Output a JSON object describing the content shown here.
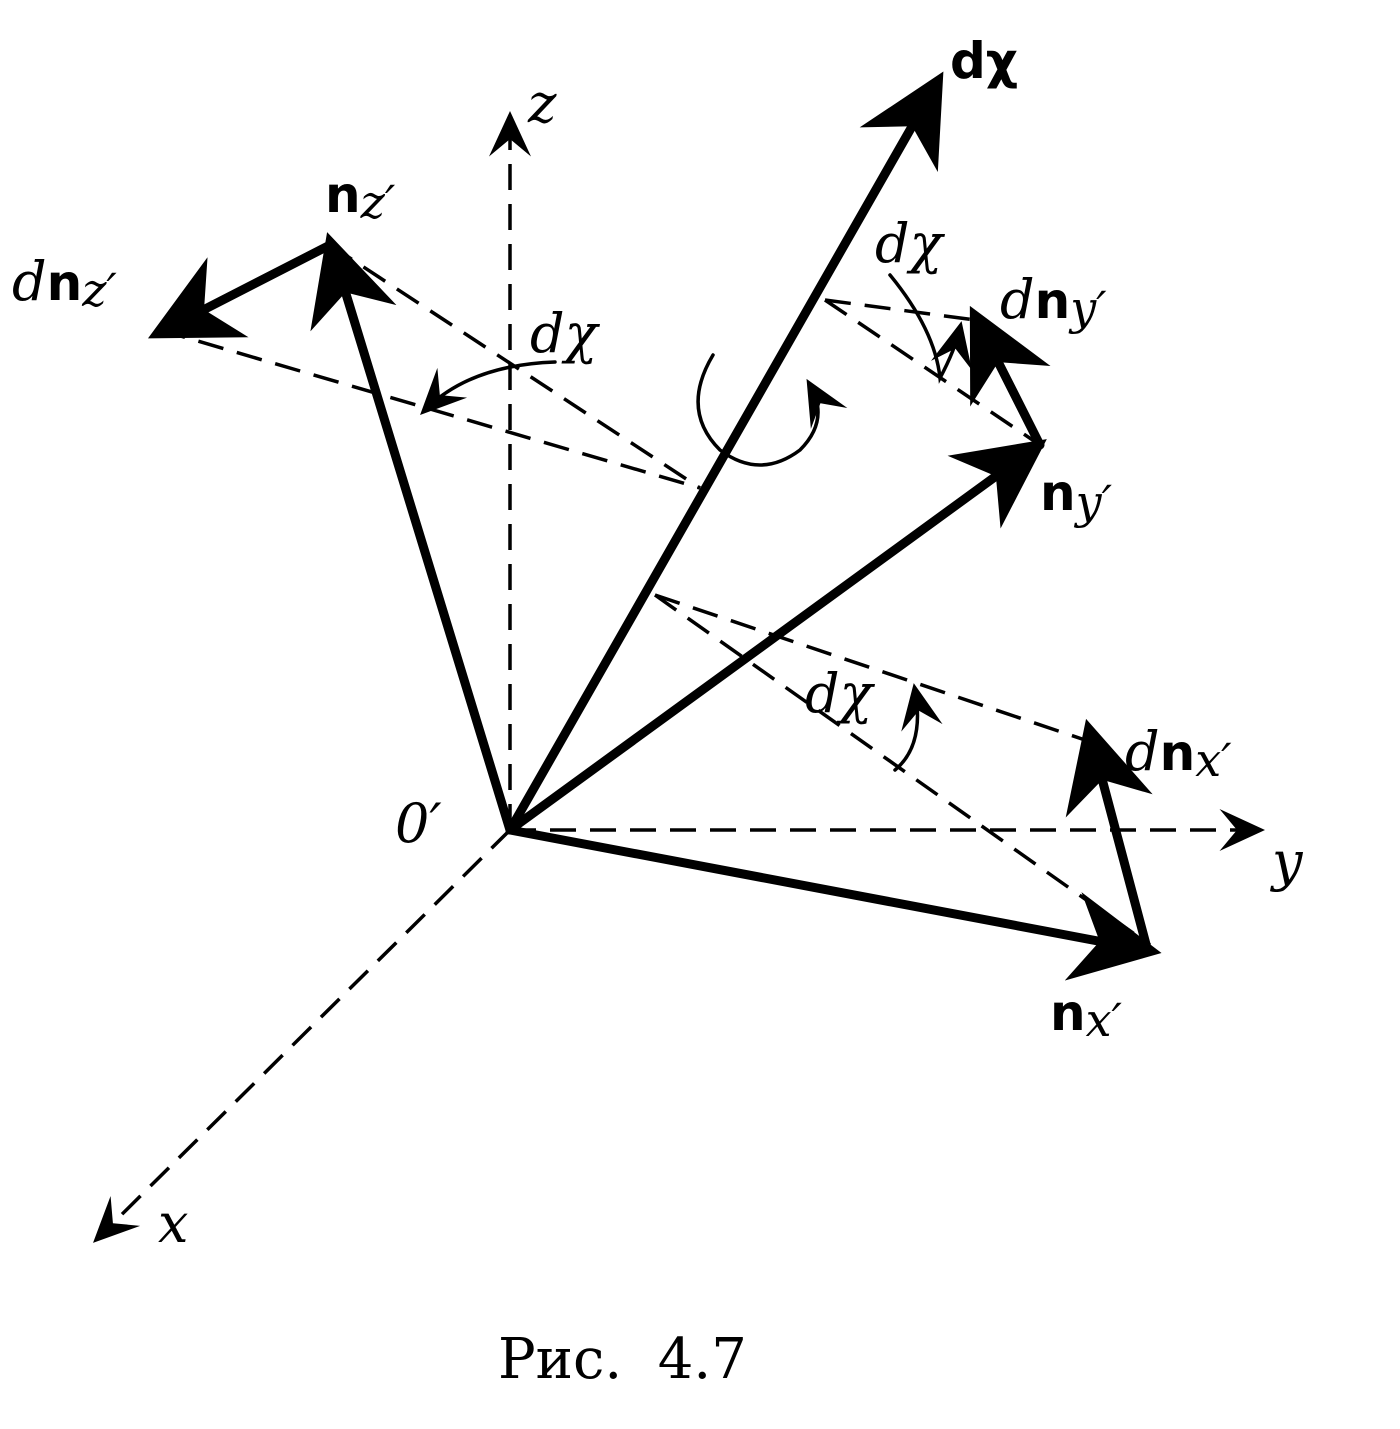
{
  "figure": {
    "caption": "Рис.  4.7",
    "origin_label": "0′",
    "axes": {
      "x_label": "x",
      "y_label": "y",
      "z_label": "z"
    },
    "vectors": {
      "d_chi_bold": "dχ",
      "n_x_main": "n",
      "n_x_sub": "x′",
      "n_y_main": "n",
      "n_y_sub": "y′",
      "n_z_main": "n",
      "n_z_sub": "z′"
    },
    "differentials": {
      "dn_x_d": "d",
      "dn_x_main": "n",
      "dn_x_sub": "x′",
      "dn_y_d": "d",
      "dn_y_main": "n",
      "dn_y_sub": "y′",
      "dn_z_d": "d",
      "dn_z_main": "n",
      "dn_z_sub": "z′"
    },
    "angles": {
      "angle_z": "dχ",
      "angle_y": "dχ",
      "angle_x": "dχ"
    }
  }
}
